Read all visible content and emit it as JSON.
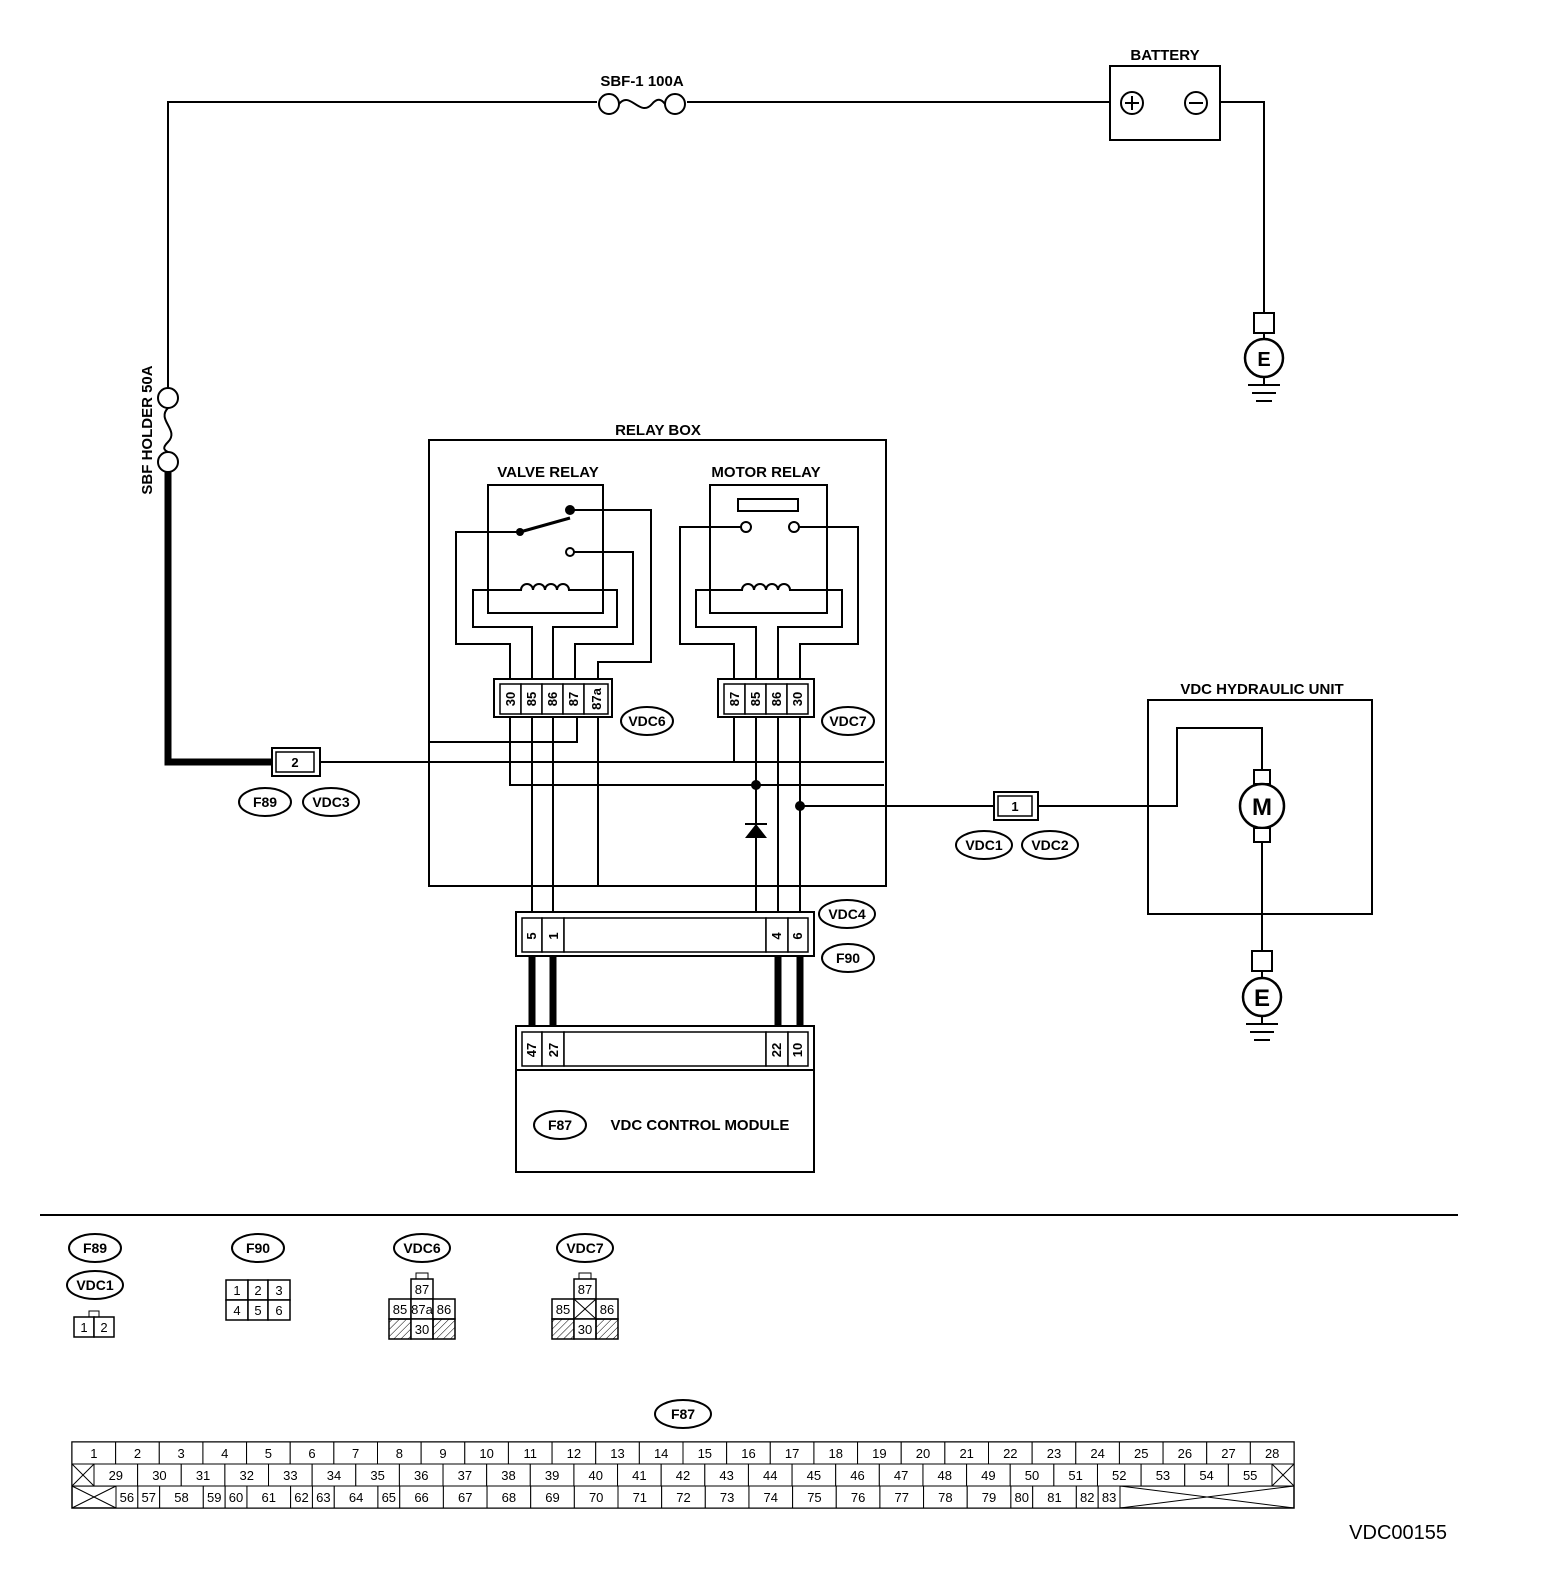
{
  "labels": {
    "battery": "BATTERY",
    "fuse_main": "SBF-1 100A",
    "fuse_holder": "SBF HOLDER 50A",
    "relay_box": "RELAY BOX",
    "valve_relay": "VALVE RELAY",
    "motor_relay": "MOTOR RELAY",
    "hydraulic_unit": "VDC HYDRAULIC UNIT",
    "control_module": "VDC CONTROL MODULE",
    "ground": "E",
    "motor": "M",
    "plus": "+",
    "minus": "−",
    "drawing_code": "VDC00155"
  },
  "connector_tags": {
    "f89": "F89",
    "vdc3": "VDC3",
    "vdc6": "VDC6",
    "vdc7": "VDC7",
    "vdc1": "VDC1",
    "vdc2": "VDC2",
    "vdc4": "VDC4",
    "f90": "F90",
    "f87": "F87"
  },
  "pins": {
    "f89_pin": "2",
    "vdc1_pin": "1",
    "vdc6": [
      "30",
      "85",
      "86",
      "87",
      "87a"
    ],
    "vdc7": [
      "87",
      "85",
      "86",
      "30"
    ],
    "vdc4_top": [
      "5",
      "1",
      "4",
      "6"
    ],
    "f87_bottom": [
      "47",
      "27",
      "22",
      "10"
    ]
  },
  "legend": {
    "f89_vdc1": [
      "1",
      "2"
    ],
    "f90": [
      [
        "1",
        "2",
        "3"
      ],
      [
        "4",
        "5",
        "6"
      ]
    ],
    "vdc6": {
      "top": "87",
      "middle": [
        "85",
        "87a",
        "86"
      ],
      "bottom": "30"
    },
    "vdc7": {
      "top": "87",
      "middle": [
        "85",
        "86"
      ],
      "bottom": "30"
    }
  },
  "f87_table": {
    "row1": [
      "1",
      "2",
      "3",
      "4",
      "5",
      "6",
      "7",
      "8",
      "9",
      "10",
      "11",
      "12",
      "13",
      "14",
      "15",
      "16",
      "17",
      "18",
      "19",
      "20",
      "21",
      "22",
      "23",
      "24",
      "25",
      "26",
      "27",
      "28"
    ],
    "row2": [
      "29",
      "30",
      "31",
      "32",
      "33",
      "34",
      "35",
      "36",
      "37",
      "38",
      "39",
      "40",
      "41",
      "42",
      "43",
      "44",
      "45",
      "46",
      "47",
      "48",
      "49",
      "50",
      "51",
      "52",
      "53",
      "54",
      "55"
    ],
    "row3": [
      "56",
      "57",
      "58",
      "59",
      "60",
      "61",
      "62",
      "63",
      "64",
      "65",
      "66",
      "67",
      "68",
      "69",
      "70",
      "71",
      "72",
      "73",
      "74",
      "75",
      "76",
      "77",
      "78",
      "79",
      "80",
      "81",
      "82",
      "83"
    ]
  }
}
